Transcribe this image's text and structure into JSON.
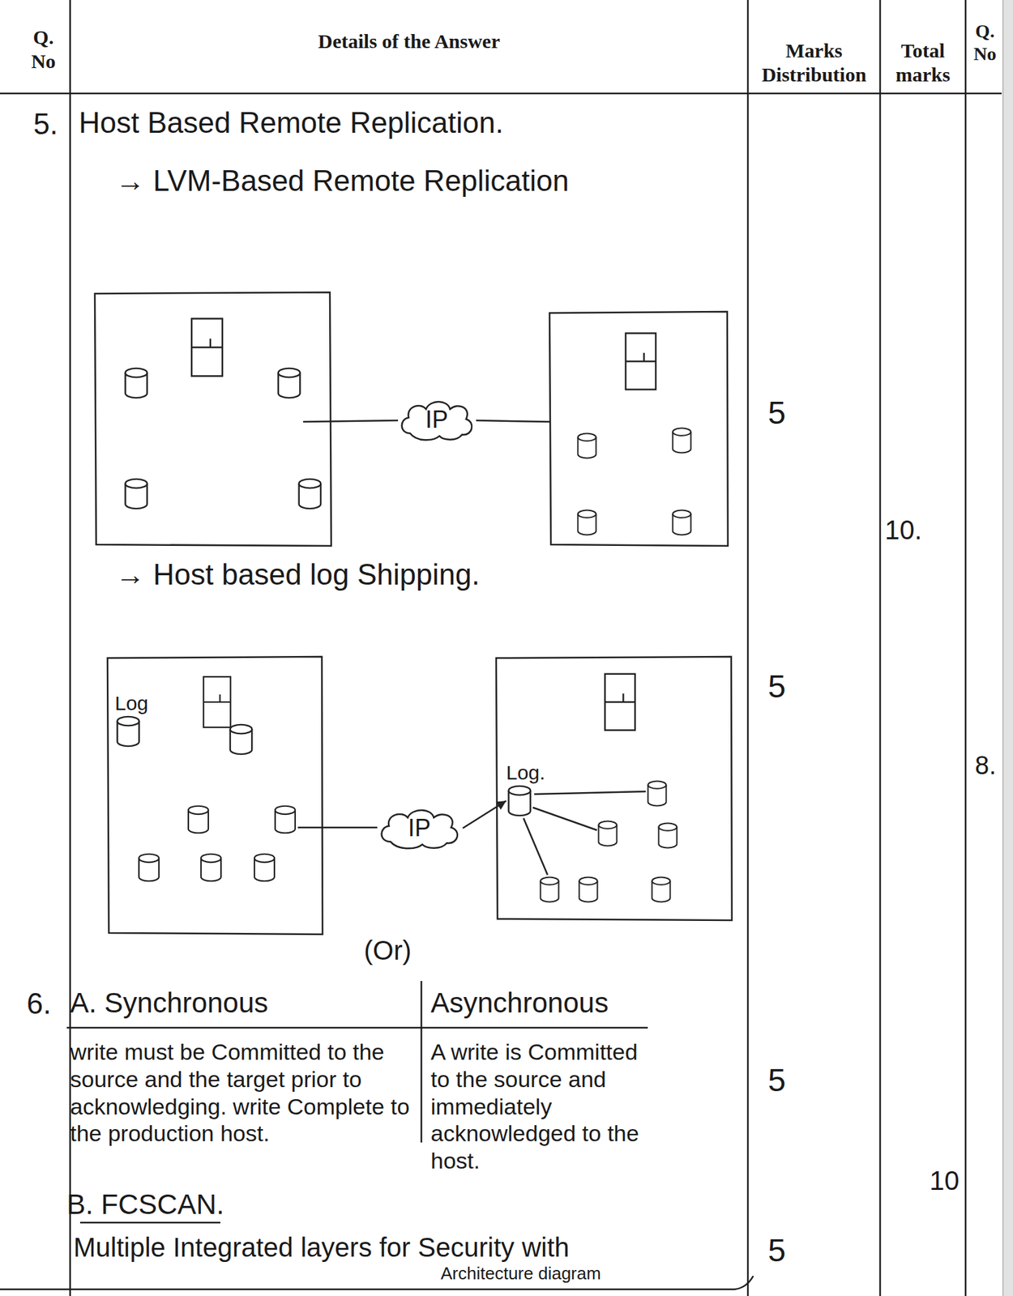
{
  "diagram": {
    "nodes": [
      {
        "text": [
          "IP"
        ]
      },
      {
        "text": [
          "Log"
        ]
      },
      {
        "text": [
          "IP"
        ]
      },
      {
        "text": [
          "Log."
        ]
      }
    ],
    "edges": [
      {
        "from": 2,
        "to": 3,
        "arrow": "to"
      }
    ],
    "labels": [
      "Q. No",
      "Details of the Answer",
      "Marks Distribution",
      "Total marks",
      "Q. No",
      "5.",
      "Host Based Remote Replication.",
      "→ LVM-Based Remote Replication",
      "5",
      "10.",
      "→ Host based log Shipping.",
      "5",
      "8.",
      "(Or)",
      "6.",
      "A. Synchronous",
      "Asynchronous",
      "write must be Committed to the source and the target prior to acknowledging. write Complete to the production host.",
      "A write is Committed to the source and immediately acknowledged to the host.",
      "5",
      "10",
      "B. FCSCAN.",
      "Multiple Integrated layers for Security with",
      "Architecture diagram",
      "5"
    ]
  }
}
